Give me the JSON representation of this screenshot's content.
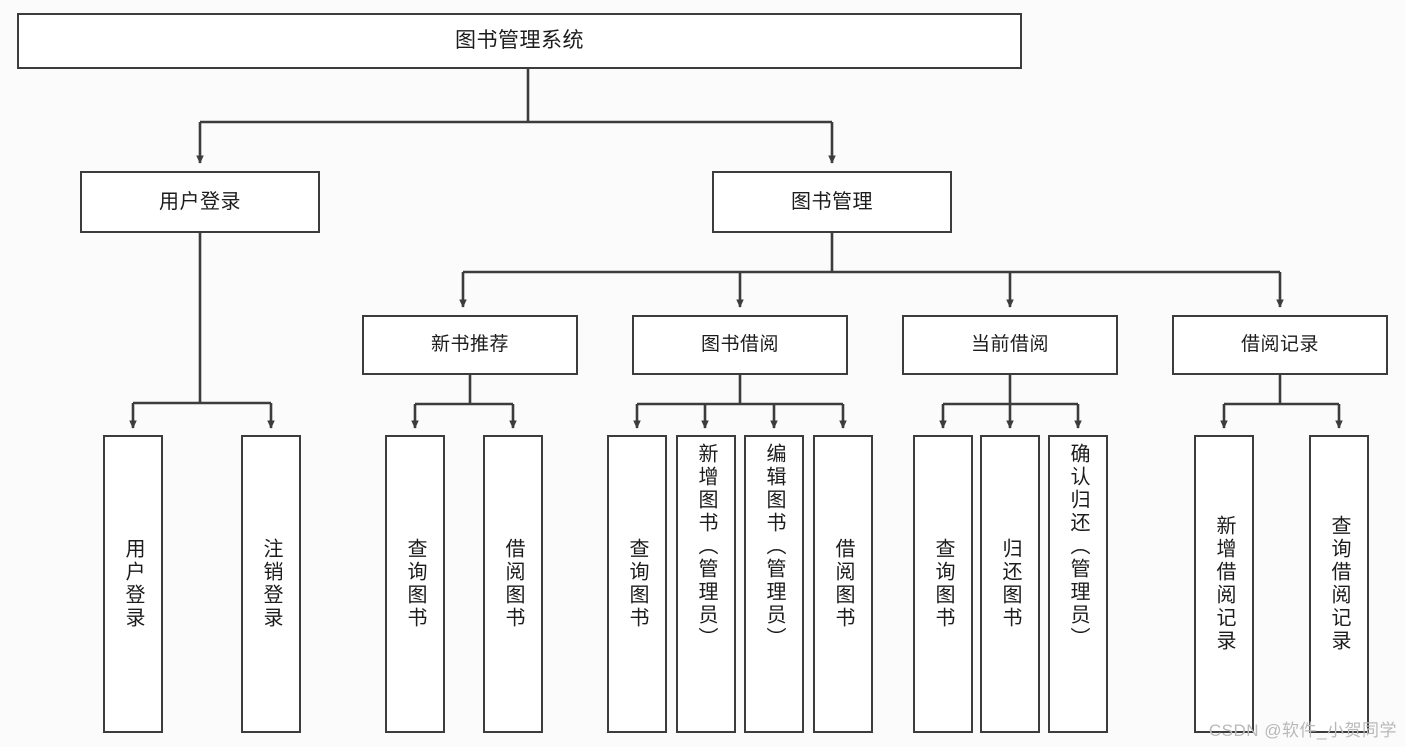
{
  "diagram": {
    "title_node": {
      "label": "图书管理系统"
    },
    "colors": {
      "line": "#3c3c3c",
      "box_fill": "#ffffff",
      "background": "#fbfbfb",
      "text": "#1c1c1c",
      "watermark": "#b9b9b9"
    },
    "level2": [
      {
        "id": "user-login",
        "label": "用户登录"
      },
      {
        "id": "book-management",
        "label": "图书管理"
      }
    ],
    "level3": [
      {
        "id": "new-book-recommend",
        "label": "新书推荐"
      },
      {
        "id": "book-borrow",
        "label": "图书借阅"
      },
      {
        "id": "current-borrow",
        "label": "当前借阅"
      },
      {
        "id": "borrow-record",
        "label": "借阅记录"
      }
    ],
    "leaves": {
      "user_login": [
        {
          "id": "leaf-user-login",
          "label": "用户登录"
        },
        {
          "id": "leaf-logout-login",
          "label": "注销登录"
        }
      ],
      "new_book_recommend": [
        {
          "id": "leaf-query-book-1",
          "label": "查询图书"
        },
        {
          "id": "leaf-borrow-book-1",
          "label": "借阅图书"
        }
      ],
      "book_borrow": [
        {
          "id": "leaf-query-book-2",
          "label": "查询图书"
        },
        {
          "id": "leaf-add-book-admin",
          "label": "新增图书（管理员）"
        },
        {
          "id": "leaf-edit-book-admin",
          "label": "编辑图书（管理员）"
        },
        {
          "id": "leaf-borrow-book-2",
          "label": "借阅图书"
        }
      ],
      "current_borrow": [
        {
          "id": "leaf-query-book-3",
          "label": "查询图书"
        },
        {
          "id": "leaf-return-book",
          "label": "归还图书"
        },
        {
          "id": "leaf-confirm-return-admin",
          "label": "确认归还（管理员）"
        }
      ],
      "borrow_record": [
        {
          "id": "leaf-add-borrow-record",
          "label": "新增借阅记录"
        },
        {
          "id": "leaf-query-borrow-record",
          "label": "查询借阅记录"
        }
      ]
    }
  },
  "watermark": {
    "text": "CSDN @软件_小贺同学"
  }
}
